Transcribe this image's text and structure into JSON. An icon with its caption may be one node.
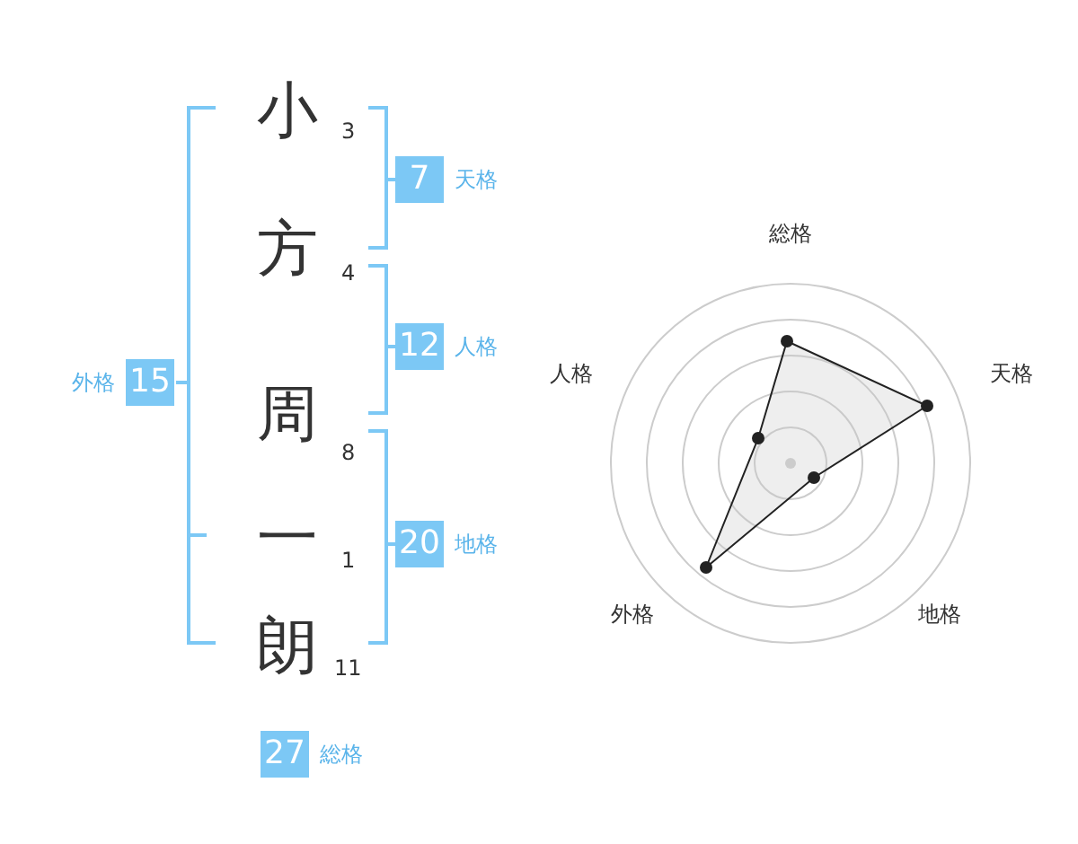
{
  "diagram": {
    "nodes": [
      {
        "text": [
          "7"
        ],
        "beside": [
          "天格"
        ]
      },
      {
        "text": [
          "12"
        ],
        "beside": [
          "人格"
        ]
      },
      {
        "text": [
          "15"
        ],
        "beside": [
          "外格"
        ]
      },
      {
        "text": [
          "20"
        ],
        "beside": [
          "地格"
        ]
      },
      {
        "text": [
          "27"
        ],
        "beside": [
          "総格"
        ]
      }
    ],
    "labels": [
      "小",
      "3",
      "方",
      "4",
      "周",
      "8",
      "一",
      "1",
      "朗",
      "11",
      "総格",
      "人格",
      "天格",
      "外格",
      "地格"
    ]
  }
}
